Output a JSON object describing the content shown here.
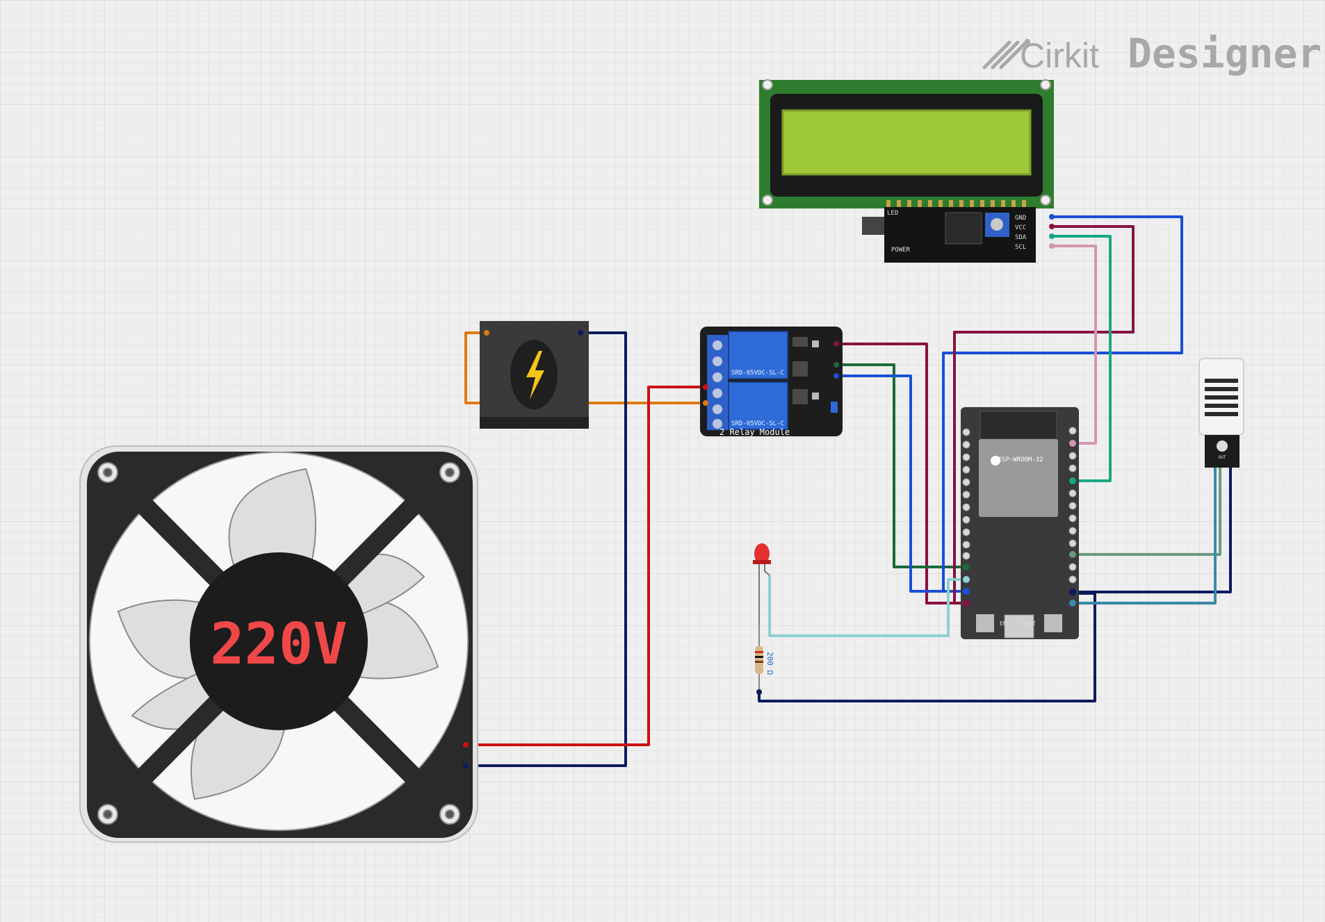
{
  "brand": {
    "name_part1": "Cirkit",
    "name_part2": "Designer"
  },
  "fan": {
    "voltage_label": "220V"
  },
  "relay": {
    "board_label": "2 Relay Module",
    "relay_text": "SRD-05VDC-SL-C"
  },
  "lcd": {
    "pins": [
      "GND",
      "VCC",
      "SDA",
      "SCL"
    ],
    "led_label": "LED",
    "power_label": "POWER"
  },
  "esp32": {
    "module_label": "ESP-WROOM-32",
    "en_label": "EN",
    "boot_label": "BOOT"
  },
  "resistor": {
    "value_label": "200 Ω"
  },
  "sensor": {
    "pin_label": "OUT"
  },
  "colors": {
    "background": "#efefef",
    "grid": "#dcdcdc",
    "wire_red": "#cc1111",
    "wire_navy": "#0b1a5c",
    "wire_orange": "#e07a10",
    "wire_blue": "#1a4fd6",
    "wire_maroon": "#8a1040",
    "wire_green": "#1a6a3a",
    "wire_teal": "#17a883",
    "wire_pink": "#d495b0",
    "wire_lightblue": "#8dd0d0",
    "wire_steel": "#3a8aa8",
    "wire_sage": "#6a9a80"
  }
}
